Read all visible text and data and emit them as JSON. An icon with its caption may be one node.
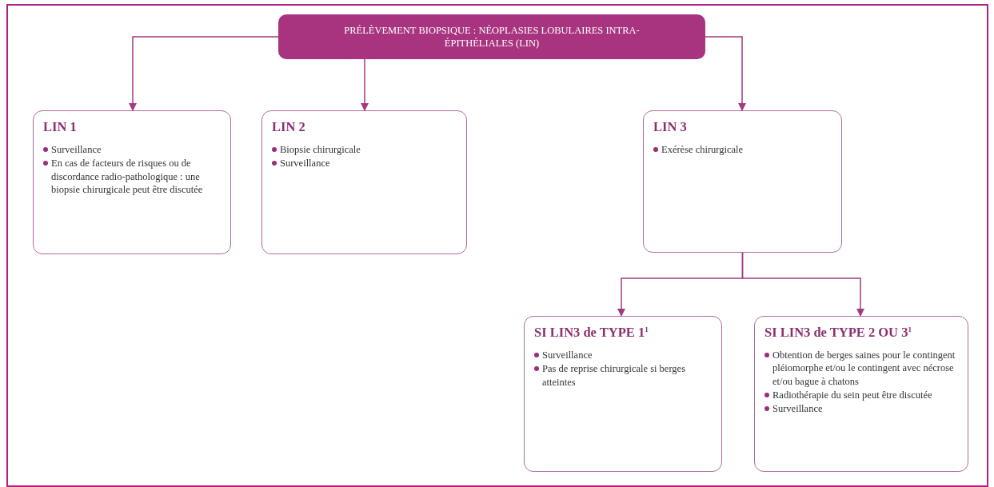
{
  "diagram": {
    "nodes": [
      {
        "text": [
          "PRÉLÈVEMENT BIOPSIQUE : NÉOPLASIES LOBULAIRES INTRA-ÉPITHÉLIALES (LIN)"
        ]
      },
      {
        "text": [
          "LIN 1",
          "Surveillance",
          "En cas de facteurs de risques ou de discordance radio-pathologique : une biopsie chirurgicale peut être discutée"
        ]
      },
      {
        "text": [
          "LIN 2",
          "Biopsie chirurgicale",
          "Surveillance"
        ]
      },
      {
        "text": [
          "LIN 3",
          "Exérèse chirurgicale"
        ]
      },
      {
        "text": [
          "SI LIN3 de TYPE 1$^{1}$",
          "Surveillance",
          "Pas de reprise chirurgicale si berges atteintes"
        ]
      },
      {
        "text": [
          "SI LIN3 de TYPE 2 OU 3$^{1}$",
          "Obtention de berges saines pour le contingent pléiomorphe et/ou le contingent avec nécrose et/ou bague à chatons",
          "Radiothérapie du sein peut être discutée",
          "Surveillance"
        ]
      }
    ],
    "edges": [
      {
        "from": 0,
        "to": 1,
        "arrow": "to"
      },
      {
        "from": 0,
        "to": 2,
        "arrow": "to"
      },
      {
        "from": 0,
        "to": 3,
        "arrow": "to"
      },
      {
        "from": 3,
        "to": 4,
        "arrow": "to"
      },
      {
        "from": 3,
        "to": 5,
        "arrow": "to"
      }
    ]
  }
}
